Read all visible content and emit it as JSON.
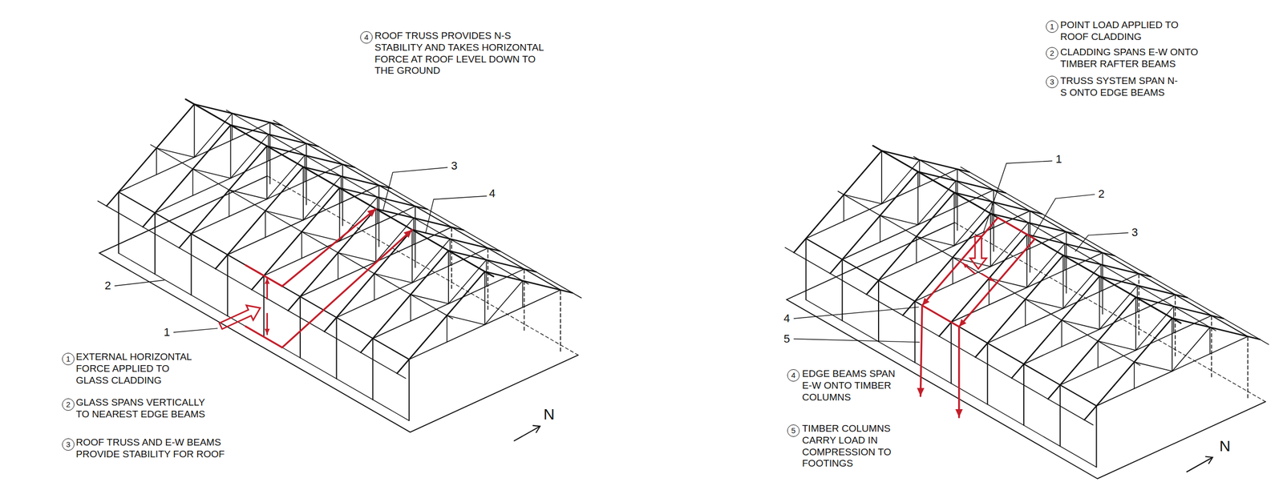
{
  "diagram": {
    "labels": [
      "4",
      "ROOF TRUSS PROVIDES N-S STABILITY AND TAKES HORIZONTAL FORCE AT ROOF LEVEL DOWN TO THE GROUND",
      "3",
      "4",
      "2",
      "1",
      "1",
      "EXTERNAL HORIZONTAL FORCE APPLIED TO GLASS CLADDING",
      "2",
      "GLASS SPANS VERTICALLY TO NEAREST EDGE BEAMS",
      "3",
      "ROOF TRUSS AND E-W BEAMS PROVIDE STABILITY FOR ROOF",
      "N",
      "1",
      "POINT LOAD APPLIED TO ROOF CLADDING",
      "2",
      "CLADDING SPANS E-W ONTO TIMBER RAFTER BEAMS",
      "3",
      "TRUSS SYSTEM SPAN N-S ONTO EDGE BEAMS",
      "1",
      "2",
      "3",
      "4",
      "5",
      "4",
      "EDGE BEAMS SPAN E-W ONTO TIMBER COLUMNS",
      "5",
      "TIMBER COLUMNS CARRY LOAD IN COMPRESSION TO FOOTINGS",
      "N"
    ]
  }
}
